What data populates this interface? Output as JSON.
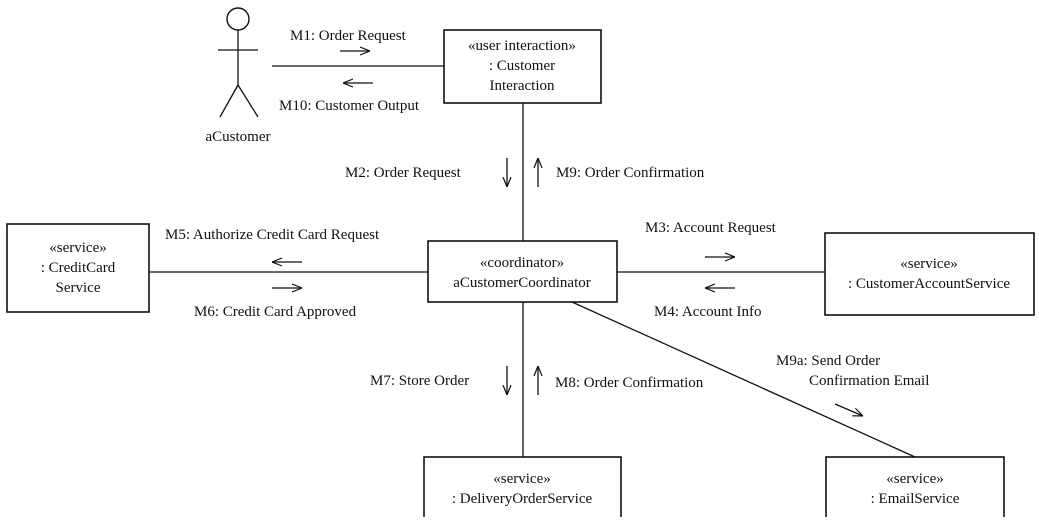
{
  "actor": {
    "name": "aCustomer"
  },
  "objects": {
    "customer_interaction": {
      "stereotype": "«user interaction»",
      "line1": ": Customer",
      "line2": "Interaction"
    },
    "coordinator": {
      "stereotype": "«coordinator»",
      "line1": "aCustomerCoordinator"
    },
    "credit_card": {
      "stereotype": "«service»",
      "line1": ": CreditCard",
      "line2": "Service"
    },
    "customer_account": {
      "stereotype": "«service»",
      "line1": ": CustomerAccountService"
    },
    "delivery_order": {
      "stereotype": "«service»",
      "line1": ": DeliveryOrderService"
    },
    "email": {
      "stereotype": "«service»",
      "line1": ": EmailService"
    }
  },
  "messages": {
    "m1": "M1: Order Request",
    "m10": "M10: Customer Output",
    "m2": "M2: Order Request",
    "m9": "M9: Order Confirmation",
    "m5": "M5: Authorize Credit Card Request",
    "m6": "M6: Credit Card Approved",
    "m3": "M3: Account Request",
    "m4": "M4: Account Info",
    "m7": "M7: Store Order",
    "m8": "M8: Order Confirmation",
    "m9a_line1": "M9a: Send Order",
    "m9a_line2": "Confirmation Email"
  }
}
